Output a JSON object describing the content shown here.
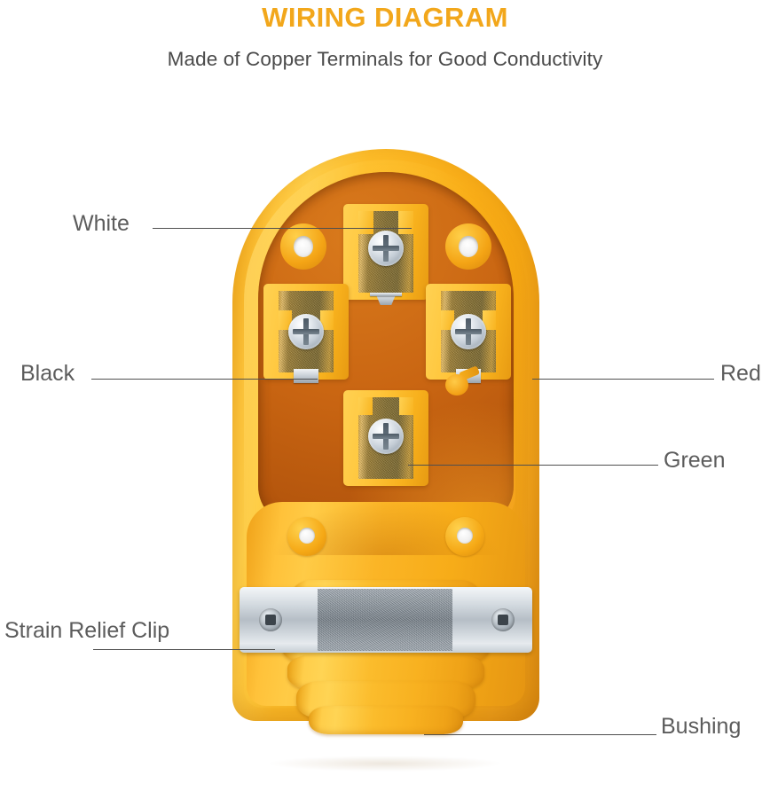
{
  "header": {
    "title": "WIRING DIAGRAM",
    "subtitle": "Made of Copper Terminals for Good Conductivity",
    "title_color": "#F2A71B",
    "subtitle_color": "#4a4a4a"
  },
  "callouts": [
    {
      "id": "white",
      "label": "White"
    },
    {
      "id": "black",
      "label": "Black"
    },
    {
      "id": "red",
      "label": "Red"
    },
    {
      "id": "green",
      "label": "Green"
    },
    {
      "id": "strain",
      "label": "Strain Relief Clip"
    },
    {
      "id": "bushing",
      "label": "Bushing"
    }
  ],
  "product": {
    "body_color": "#F8B120",
    "recess_color": "#C26310",
    "terminal_brass_color": "#9E8038",
    "screw_color": "#C3CCD5",
    "clip_color": "#C6CED5",
    "terminals": [
      {
        "id": "neutral",
        "position": "top",
        "wire": "White"
      },
      {
        "id": "hot-1",
        "position": "left",
        "wire": "Black"
      },
      {
        "id": "hot-2",
        "position": "right",
        "wire": "Red"
      },
      {
        "id": "ground",
        "position": "bottom",
        "wire": "Green"
      }
    ]
  }
}
